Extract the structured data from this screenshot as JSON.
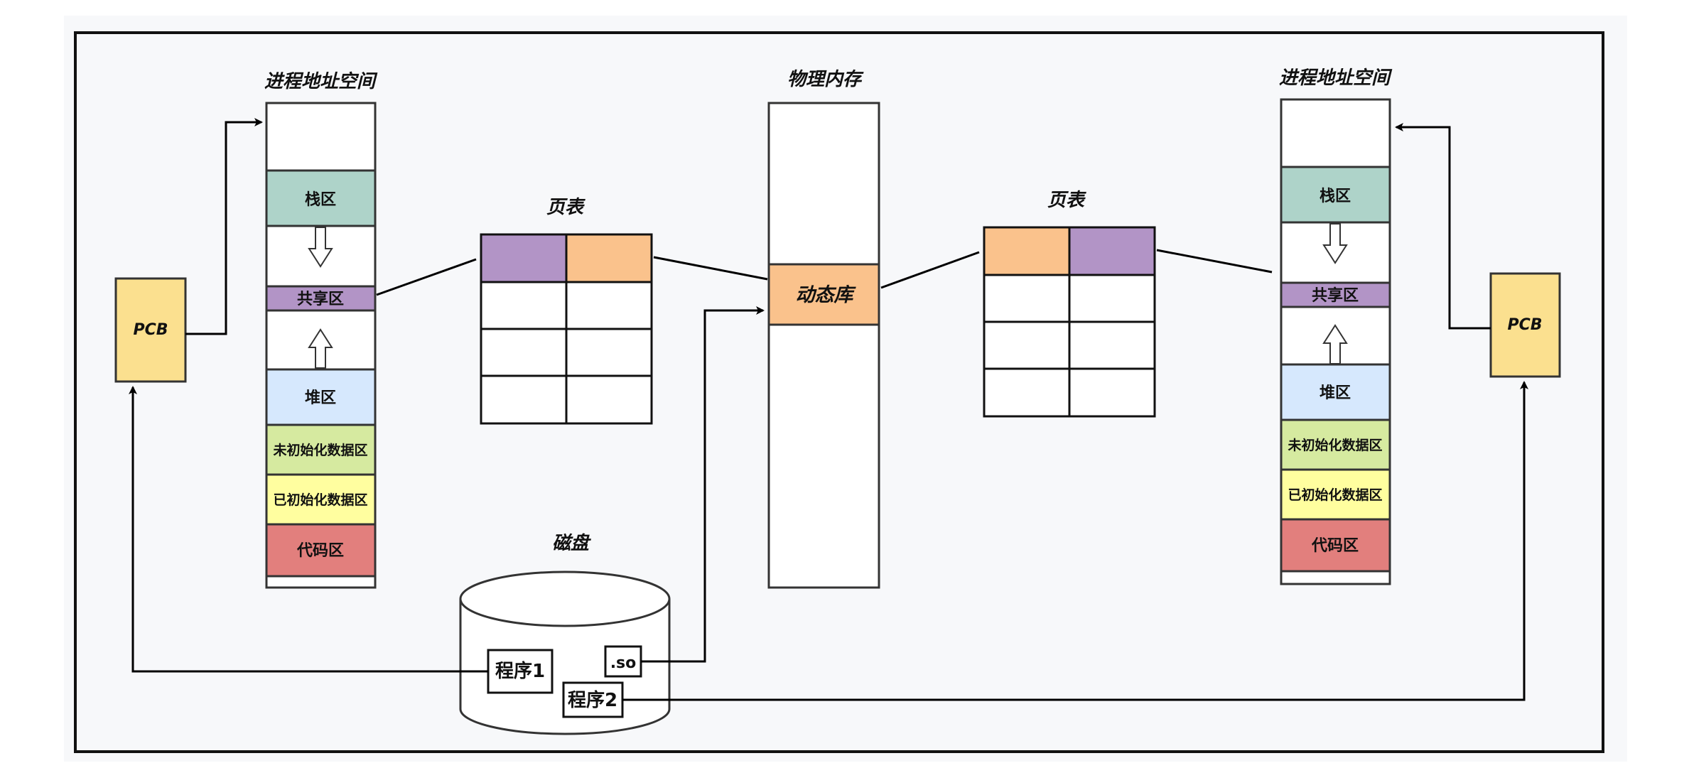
{
  "left_space": {
    "title": "进程地址空间",
    "segments": {
      "stack": "栈区",
      "shared": "共享区",
      "heap": "堆区",
      "bss": "未初始化数据区",
      "data": "已初始化数据区",
      "code": "代码区"
    }
  },
  "right_space": {
    "title": "进程地址空间",
    "segments": {
      "stack": "栈区",
      "shared": "共享区",
      "heap": "堆区",
      "bss": "未初始化数据区",
      "data": "已初始化数据区",
      "code": "代码区"
    }
  },
  "left_pcb": "PCB",
  "right_pcb": "PCB",
  "left_page_table": "页表",
  "right_page_table": "页表",
  "physical_memory": {
    "title": "物理内存",
    "dynamic_lib": "动态库"
  },
  "disk": {
    "title": "磁盘",
    "program1": "程序1",
    "program2": "程序2",
    "so": ".so"
  },
  "colors": {
    "stack": "#aed3c9",
    "shared": "#b294c6",
    "heap": "#d6e8fd",
    "bss": "#d6eaa0",
    "data": "#fffe9f",
    "code": "#e27f7d",
    "pcb": "#fbe08f",
    "dynamic_lib": "#fac28c",
    "background": "#f7f8fa"
  }
}
